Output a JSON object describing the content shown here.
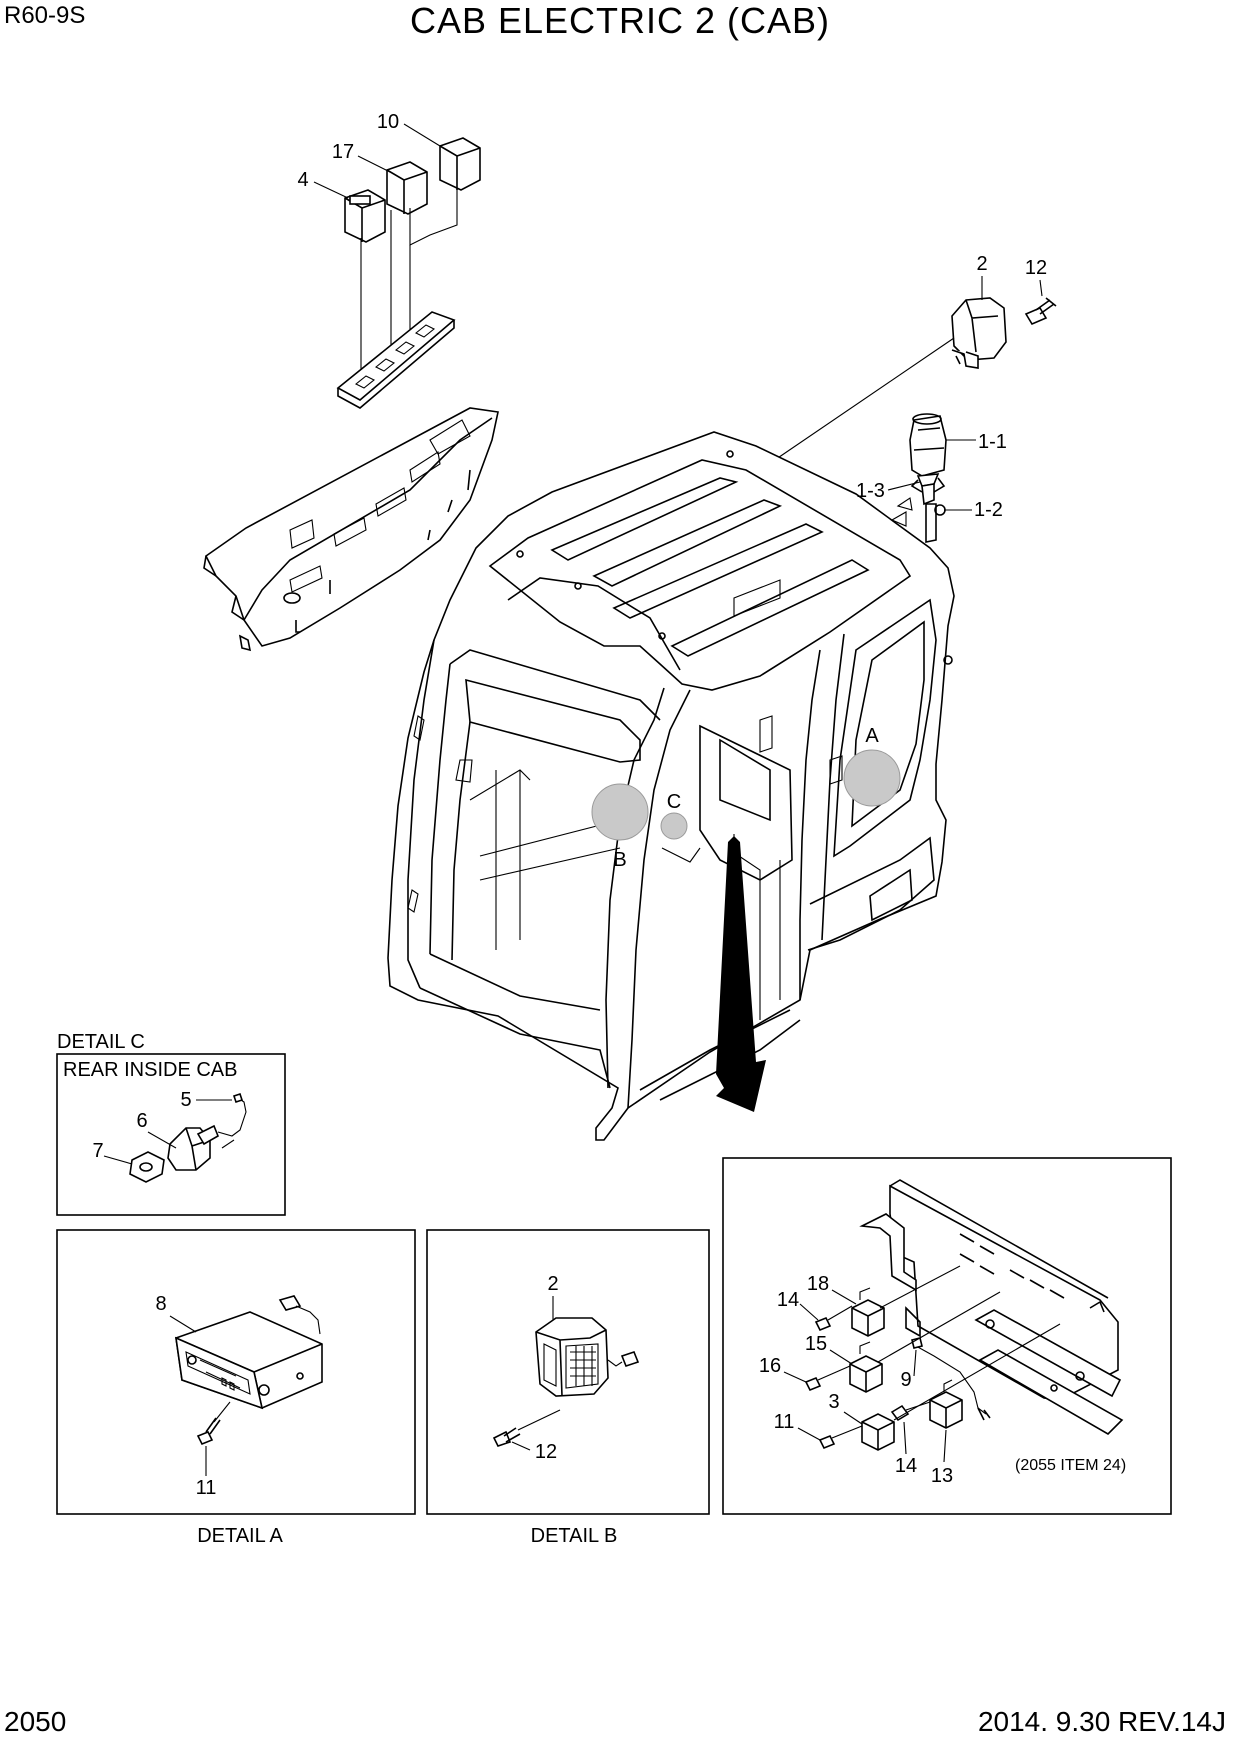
{
  "header": {
    "model": "R60-9S",
    "title": "CAB ELECTRIC 2 (CAB)"
  },
  "footer": {
    "page_number": "2050",
    "revision": "2014. 9.30  REV.14J"
  },
  "callouts": {
    "p10": "10",
    "p17": "17",
    "p4": "4",
    "p2_top": "2",
    "p12_top": "12",
    "p1_1": "1-1",
    "p1_3": "1-3",
    "p1_2": "1-2",
    "detA_marker": "A",
    "detB_marker": "B",
    "detC_marker": "C",
    "p5": "5",
    "p6": "6",
    "p7": "7",
    "p8": "8",
    "p11_a": "11",
    "p2_b": "2",
    "p12_b": "12",
    "p14_a": "14",
    "p18": "18",
    "p15": "15",
    "p16": "16",
    "p9": "9",
    "p11_c": "11",
    "p3": "3",
    "p14_b": "14",
    "p13": "13"
  },
  "labels": {
    "detail_c_title": "DETAIL C",
    "detail_c_sub": "REAR INSIDE CAB",
    "detail_a": "DETAIL A",
    "detail_b": "DETAIL B",
    "ref_note": "(2055 ITEM 24)"
  }
}
